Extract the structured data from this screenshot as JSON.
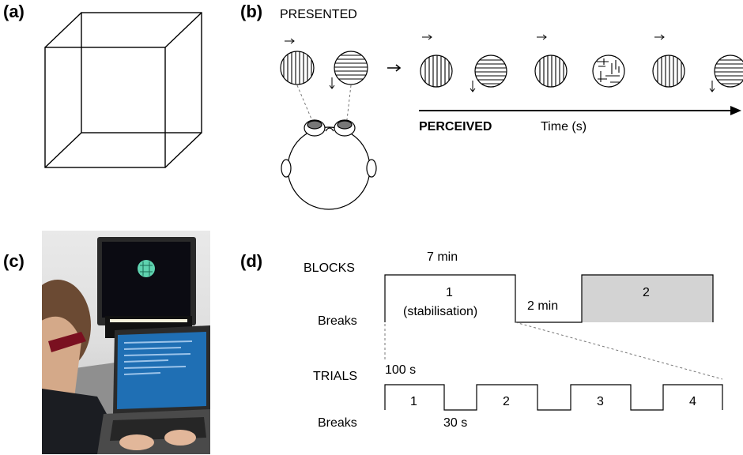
{
  "panels": {
    "a": "(a)",
    "b": "(b)",
    "c": "(c)",
    "d": "(d)"
  },
  "panel_b": {
    "presented_label": "PRESENTED",
    "perceived_label": "PERCEIVED",
    "time_label": "Time (s)",
    "presented_stimuli": [
      "vertical-grating",
      "horizontal-grating"
    ],
    "perceived_sequence": [
      "vertical-grating",
      "horizontal-grating",
      "vertical-grating",
      "piecemeal-mixture",
      "vertical-grating",
      "horizontal-grating"
    ]
  },
  "panel_d": {
    "blocks_label": "BLOCKS",
    "breaks_label_top": "Breaks",
    "block_duration": "7 min",
    "block1_number": "1",
    "block1_note": "(stabilisation)",
    "break_duration": "2 min",
    "block2_number": "2",
    "trials_label": "TRIALS",
    "breaks_label_bottom": "Breaks",
    "trial_duration": "100 s",
    "trial_break_duration": "30 s",
    "trials": [
      "1",
      "2",
      "3",
      "4"
    ],
    "block2_fill": "#d3d3d3"
  },
  "colors": {
    "line": "#000000",
    "dashed": "#777777",
    "fixation": "#5fd3b0",
    "screen_text": "#1f6fb4"
  }
}
